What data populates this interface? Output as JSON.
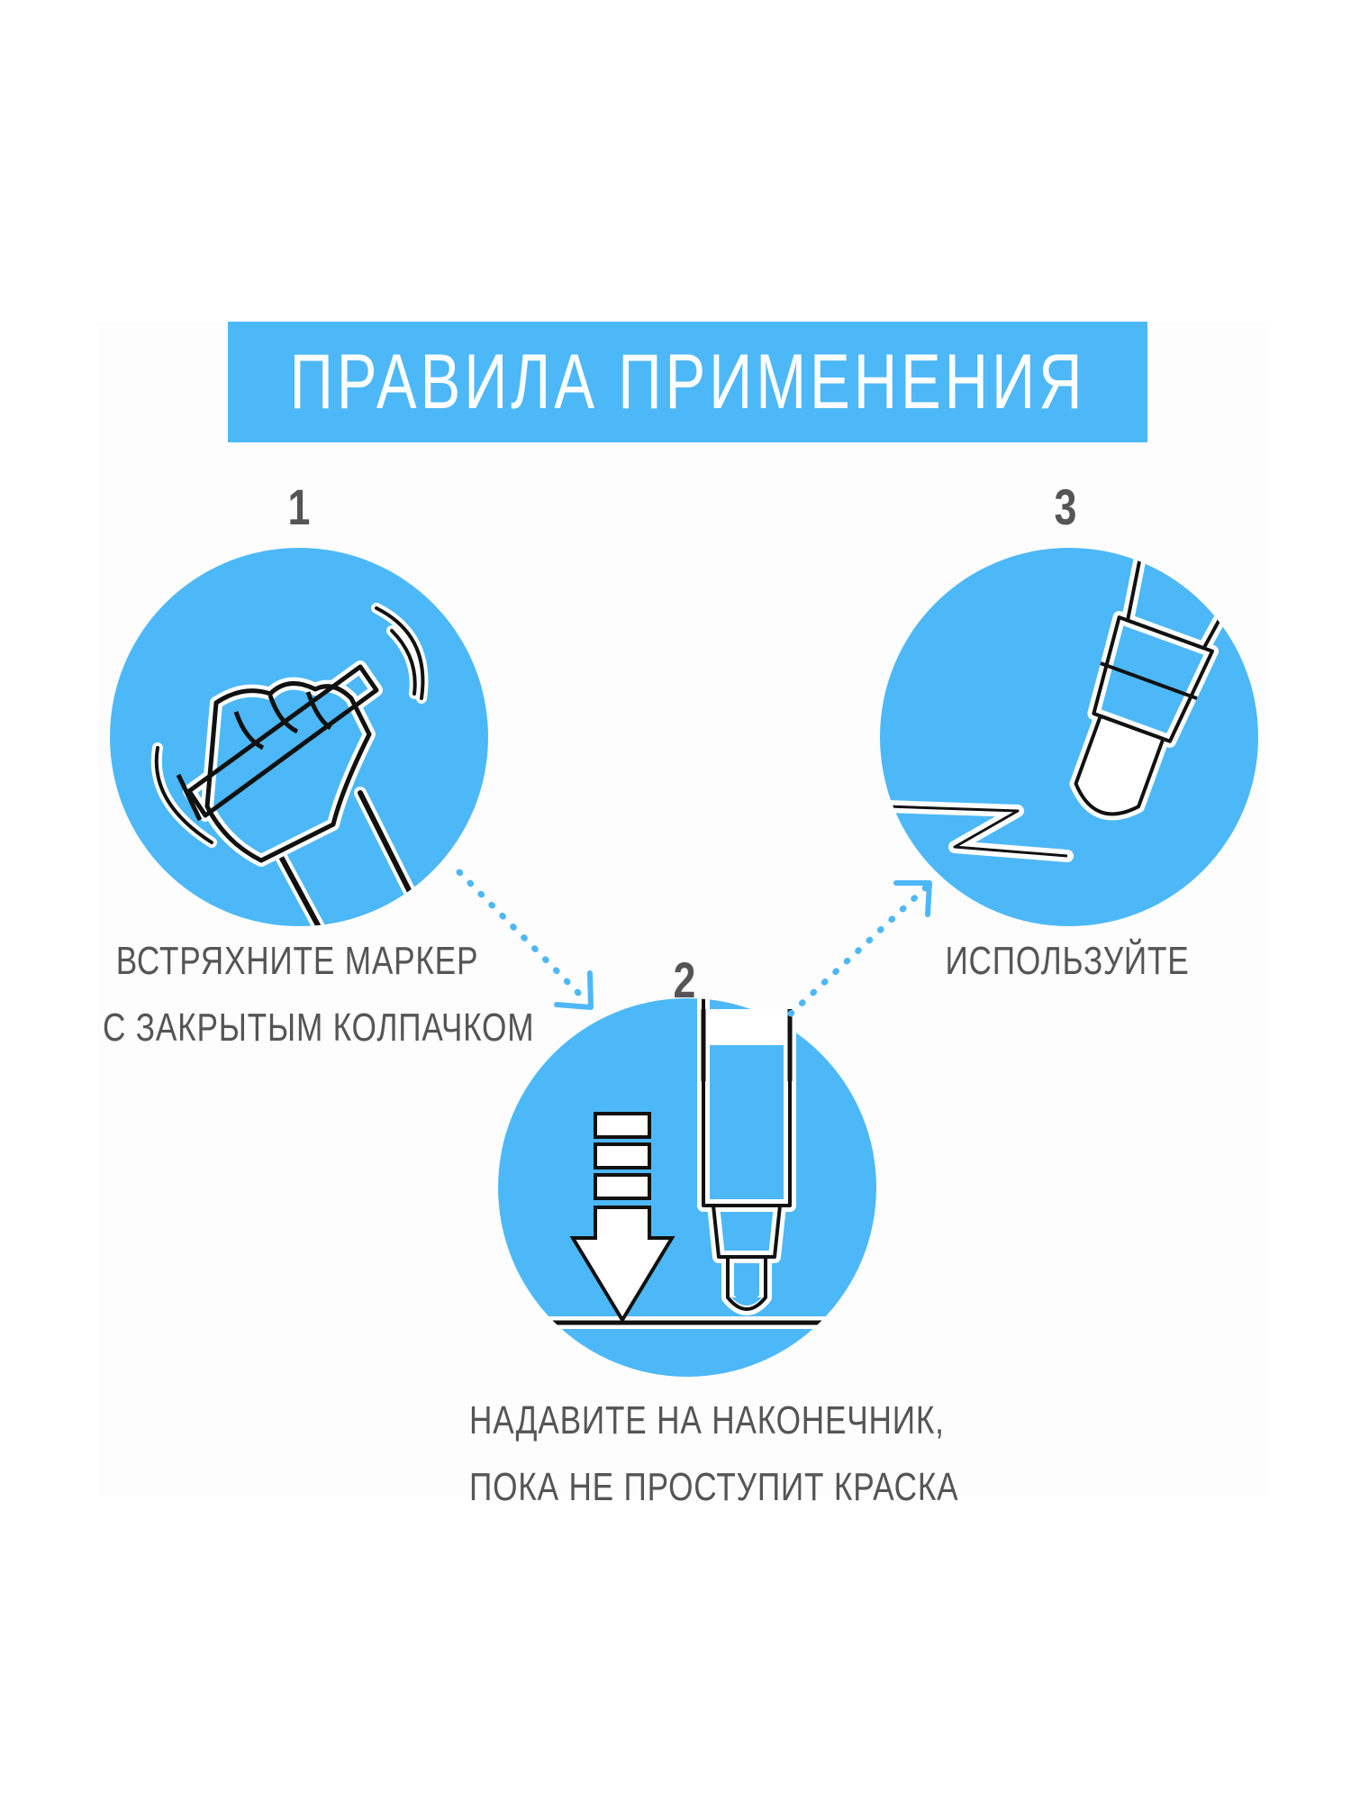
{
  "title": "ПРАВИЛА ПРИМЕНЕНИЯ",
  "steps": [
    {
      "number": "1",
      "caption_line1": "ВСТРЯХНИТЕ МАРКЕР",
      "caption_line2": "С ЗАКРЫТЫМ КОЛПАЧКОМ",
      "icon": "shaking-marker-icon"
    },
    {
      "number": "2",
      "caption_line1": "НАДАВИТЕ НА НАКОНЕЧНИК,",
      "caption_line2": "ПОКА НЕ ПРОСТУПИТ КРАСКА",
      "icon": "press-tip-icon"
    },
    {
      "number": "3",
      "caption_line1": "ИСПОЛЬЗУЙТЕ",
      "icon": "writing-marker-icon"
    }
  ],
  "colors": {
    "accent": "#4db8f7",
    "text": "#555555",
    "background": "#ffffff"
  }
}
